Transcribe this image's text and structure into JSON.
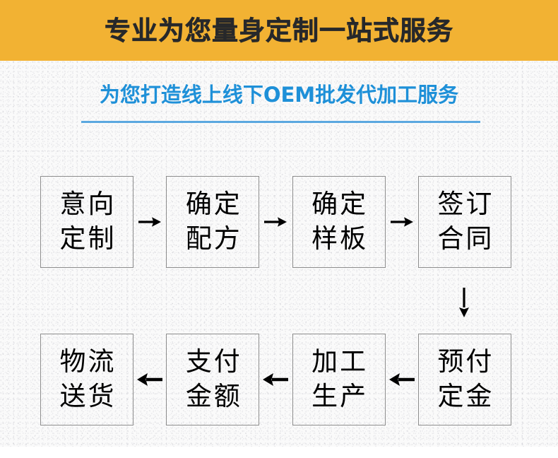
{
  "banner": {
    "title": "专业为您量身定制一站式服务",
    "bg_color": "#F2B233",
    "text_color": "#27282A"
  },
  "subtitle": {
    "text": "为您打造线上线下OEM批发代加工服务",
    "color": "#1E90D8",
    "rule_color": "#5BA8E0"
  },
  "flow": {
    "border_color": "#8D8D8D",
    "arrow_color": "#000000",
    "row1": {
      "direction": "left-to-right",
      "arrow_icon": "arrow-right-icon",
      "nodes": [
        {
          "line1": "意向",
          "line2": "定制"
        },
        {
          "line1": "确定",
          "line2": "配方"
        },
        {
          "line1": "确定",
          "line2": "样板"
        },
        {
          "line1": "签订",
          "line2": "合同"
        }
      ]
    },
    "connector": {
      "icon": "arrow-down-icon",
      "direction": "down"
    },
    "row2": {
      "direction": "right-to-left",
      "arrow_icon": "arrow-left-icon",
      "nodes": [
        {
          "line1": "物流",
          "line2": "送货"
        },
        {
          "line1": "支付",
          "line2": "金额"
        },
        {
          "line1": "加工",
          "line2": "生产"
        },
        {
          "line1": "预付",
          "line2": "定金"
        }
      ]
    }
  }
}
